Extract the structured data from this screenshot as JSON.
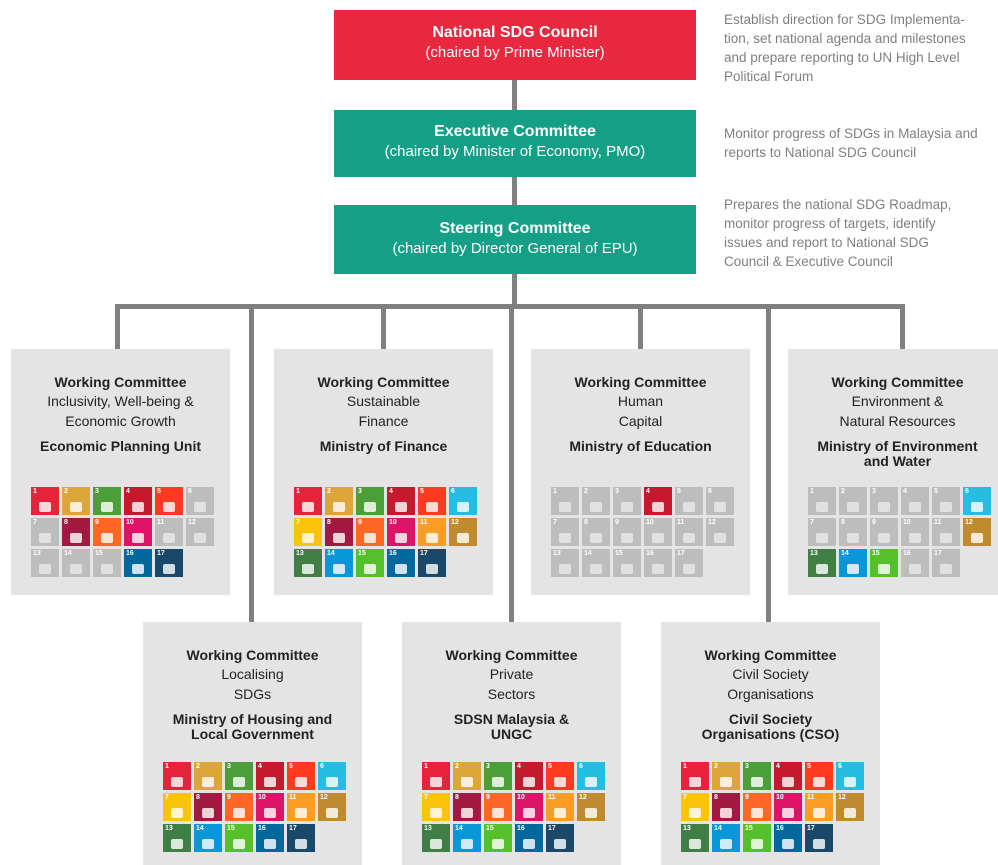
{
  "top": {
    "council": {
      "title": "National SDG Council",
      "subtitle": "(chaired by Prime Minister)"
    },
    "executive": {
      "title": "Executive Committee",
      "subtitle": "(chaired by Minister of Economy, PMO)"
    },
    "steering": {
      "title": "Steering Committee",
      "subtitle": "(chaired by Director General of EPU)"
    }
  },
  "notes": {
    "council": [
      "Establish direction for SDG Implementa-",
      "tion, set national agenda and milestones",
      "and prepare reporting  to UN High Level",
      "Political Forum"
    ],
    "executive": [
      "Monitor progress of SDGs in Malaysia and",
      "reports to National SDG Council"
    ],
    "steering": [
      "Prepares the national SDG Roadmap,",
      "monitor progress of targets, identify",
      "issues and report to National SDG",
      "Council & Executive Council"
    ]
  },
  "colors": {
    "council": "#e8283f",
    "committee": "#14a086",
    "line": "#808080",
    "panel": "#e4e4e4",
    "inactive": "#bdbdbd",
    "sdg": [
      "#e5243b",
      "#dda63a",
      "#4c9f38",
      "#c5192d",
      "#ff3a21",
      "#26bde2",
      "#fcc30b",
      "#a21942",
      "#fd6925",
      "#dd1367",
      "#fd9d24",
      "#bf8b2e",
      "#3f7e44",
      "#0a97d9",
      "#56c02b",
      "#00689d",
      "#19486a"
    ]
  },
  "working_committees": [
    {
      "heading": "Working Committee",
      "lines": [
        "Inclusivity, Well-being &",
        "Economic Growth"
      ],
      "org": [
        "Economic Planning Unit"
      ],
      "active": [
        1,
        2,
        3,
        4,
        5,
        8,
        9,
        10,
        16,
        17
      ]
    },
    {
      "heading": "Working Committee",
      "lines": [
        "Sustainable",
        "Finance"
      ],
      "org": [
        "Ministry of Finance"
      ],
      "active": [
        1,
        2,
        3,
        4,
        5,
        6,
        7,
        8,
        9,
        10,
        11,
        12,
        13,
        14,
        15,
        16,
        17
      ]
    },
    {
      "heading": "Working Committee",
      "lines": [
        "Human",
        "Capital"
      ],
      "org": [
        "Ministry of Education"
      ],
      "active": [
        4
      ]
    },
    {
      "heading": "Working Committee",
      "lines": [
        "Environment &",
        "Natural Resources"
      ],
      "org": [
        "Ministry of Environment",
        "and Water"
      ],
      "active": [
        6,
        12,
        13,
        14,
        15
      ]
    },
    {
      "heading": "Working Committee",
      "lines": [
        "Localising",
        "SDGs"
      ],
      "org": [
        "Ministry of Housing and",
        "Local Government"
      ],
      "active": [
        1,
        2,
        3,
        4,
        5,
        6,
        7,
        8,
        9,
        10,
        11,
        12,
        13,
        14,
        15,
        16,
        17
      ]
    },
    {
      "heading": "Working Committee",
      "lines": [
        "Private",
        "Sectors"
      ],
      "org": [
        "SDSN Malaysia &",
        "UNGC"
      ],
      "active": [
        1,
        2,
        3,
        4,
        5,
        6,
        7,
        8,
        9,
        10,
        11,
        12,
        13,
        14,
        15,
        16,
        17
      ]
    },
    {
      "heading": "Working Committee",
      "lines": [
        "Civil Society",
        "Organisations"
      ],
      "org": [
        "Civil Society",
        "Organisations (CSO)"
      ],
      "active": [
        1,
        2,
        3,
        4,
        5,
        6,
        7,
        8,
        9,
        10,
        11,
        12,
        13,
        14,
        15,
        16,
        17
      ]
    }
  ]
}
